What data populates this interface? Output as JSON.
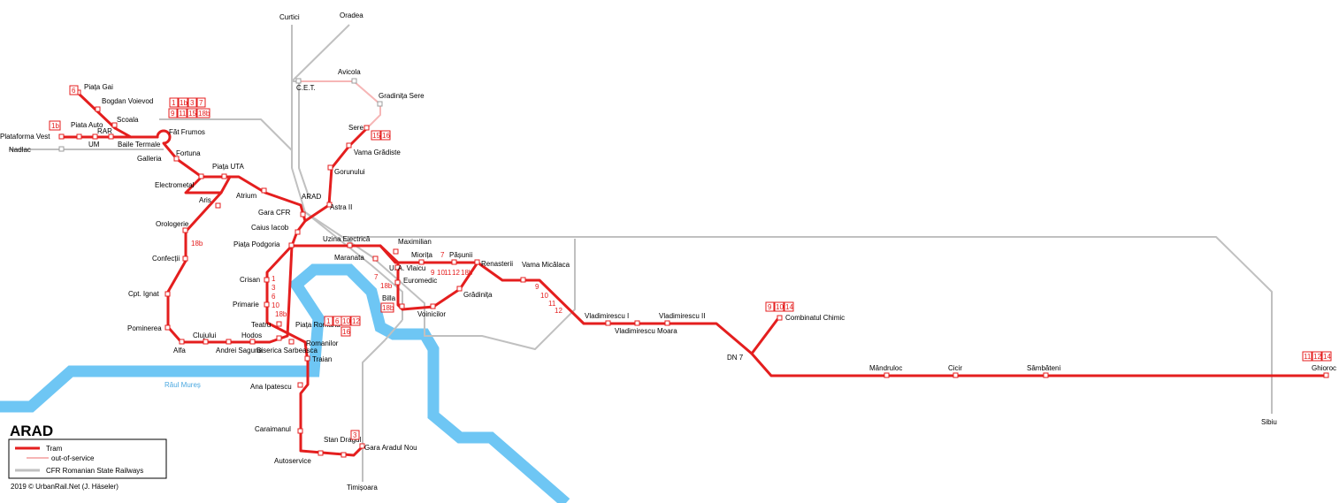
{
  "map": {
    "title": "ARAD",
    "river": "Râul Mureș",
    "credit": "2019 © UrbanRail.Net (J. Häseler)",
    "legend": [
      "Tram",
      "out-of-service",
      "CFR Romanian State Railways"
    ]
  },
  "colors": {
    "tram": "#e41e1e",
    "out_of_service": "#f6b6b6",
    "railway": "#c0c0c0",
    "river": "#6ec6f4"
  },
  "stations": [
    "Plataforma Vest",
    "Piata Auto",
    "RAR",
    "UM",
    "Baile Termale",
    "Galleria",
    "Scoala",
    "Bogdan Voievod",
    "Piața Gai",
    "Făt Frumos",
    "Fortuna",
    "Piața UTA",
    "Electrometal",
    "Aris",
    "Atrium",
    "Gara CFR",
    "Caius Iacob",
    "Piața Podgoria",
    "Orologerie",
    "Confecții",
    "Cpt. Ignat",
    "Pominerea",
    "Alfa",
    "Clujului",
    "Andrei Saguna",
    "Hodos",
    "Biserica Sarbeasca",
    "Teatru",
    "Crisan",
    "Primarie",
    "Piața Română",
    "Romanilor",
    "Traian",
    "Ana Ipatescu",
    "Caraimanul",
    "Autoservice",
    "Stan Dragul",
    "Gara Aradul Nou",
    "Timișoara",
    "ARAD",
    "Astra II",
    "Gorunului",
    "Vama Grădiste",
    "Sere",
    "Gradinița Sere",
    "Avicola",
    "C.E.T.",
    "Curtici",
    "Oradea",
    "Nadlac",
    "Uzina Electrică",
    "Maximilian",
    "Miorița",
    "Pășunii",
    "Renasterii",
    "Maranata",
    "U. A. Vlaicu",
    "Euromedic",
    "Billa",
    "Voinicilor",
    "Grădinița",
    "Vama Micălaca",
    "Vladimirescu I",
    "Vladimirescu Moara",
    "Vladimirescu II",
    "DN 7",
    "Combinatul Chimic",
    "Mândruloc",
    "Cicir",
    "Sâmbăteni",
    "Ghioroc",
    "Sibiu"
  ],
  "routes": {
    "piata_gai": [
      "6"
    ],
    "scoala_row1": [
      "1",
      "1b",
      "3",
      "7"
    ],
    "scoala_row2": [
      "9",
      "11",
      "15",
      "18b"
    ],
    "plataforma": [
      "1b"
    ],
    "sere": [
      "15",
      "16"
    ],
    "piata_romana_row1": [
      "1",
      "6",
      "10",
      "12"
    ],
    "piata_romana_row2": [
      "16"
    ],
    "stan_dragul": [
      "3"
    ],
    "combinatul": [
      "9",
      "10",
      "14"
    ],
    "ghioroc": [
      "11",
      "12",
      "14"
    ],
    "confectii": "18b",
    "crisan_list": [
      "1",
      "3",
      "6",
      "10",
      "18b"
    ],
    "pasunii": [
      "7",
      "18b"
    ],
    "miorita": [
      "9",
      "10",
      "11",
      "12",
      "18b"
    ],
    "vlaicu": [
      "7",
      "18b"
    ],
    "micalaca": [
      "9",
      "10",
      "11",
      "12"
    ],
    "billa": [
      "18b"
    ]
  }
}
